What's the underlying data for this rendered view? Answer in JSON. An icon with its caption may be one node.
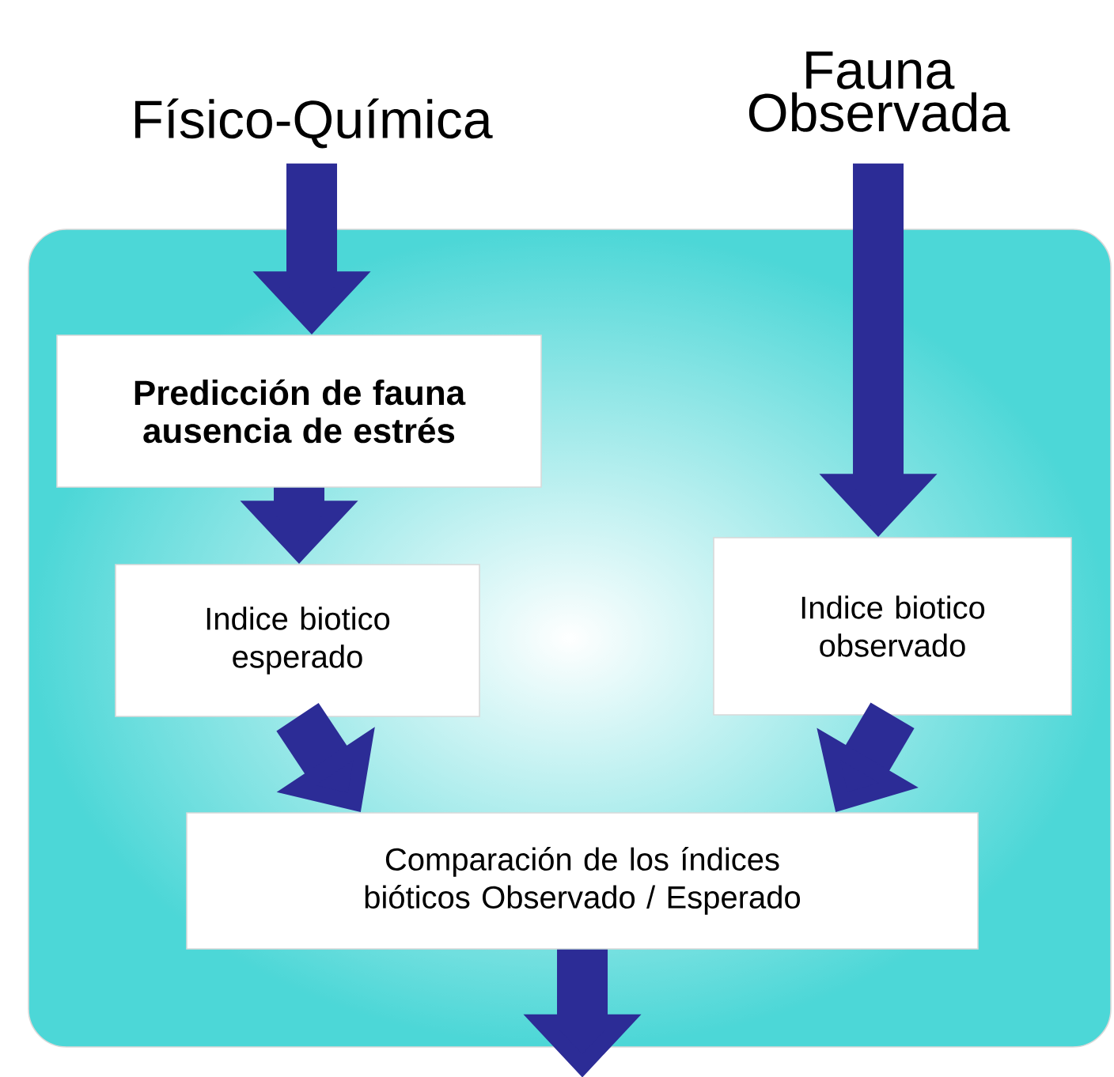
{
  "diagram": {
    "nodes": [
      {
        "text": [
          "Físico-Química"
        ]
      },
      {
        "text": [
          "Fauna Observada"
        ]
      },
      {
        "text": [],
        "shape": "box"
      },
      {
        "text": [
          "Predicción de fauna ausencia de estrés"
        ],
        "in": 2
      },
      {
        "text": [
          "Indice biotico esperado"
        ],
        "in": 2
      },
      {
        "text": [
          "Indice biotico observado"
        ],
        "in": 2
      },
      {
        "text": [
          "Comparación de los índices bióticos Observado / Esperado"
        ],
        "in": 2
      }
    ],
    "edges": [
      {
        "from": 0,
        "to": 3,
        "arrow": "to"
      },
      {
        "from": 3,
        "to": 4,
        "arrow": "to"
      },
      {
        "from": 1,
        "to": 5,
        "arrow": "to"
      },
      {
        "from": 4,
        "to": 6,
        "arrow": "to"
      },
      {
        "from": 5,
        "to": 6,
        "arrow": "to"
      },
      {
        "from": 6,
        "to": null,
        "arrow": "to"
      }
    ]
  }
}
